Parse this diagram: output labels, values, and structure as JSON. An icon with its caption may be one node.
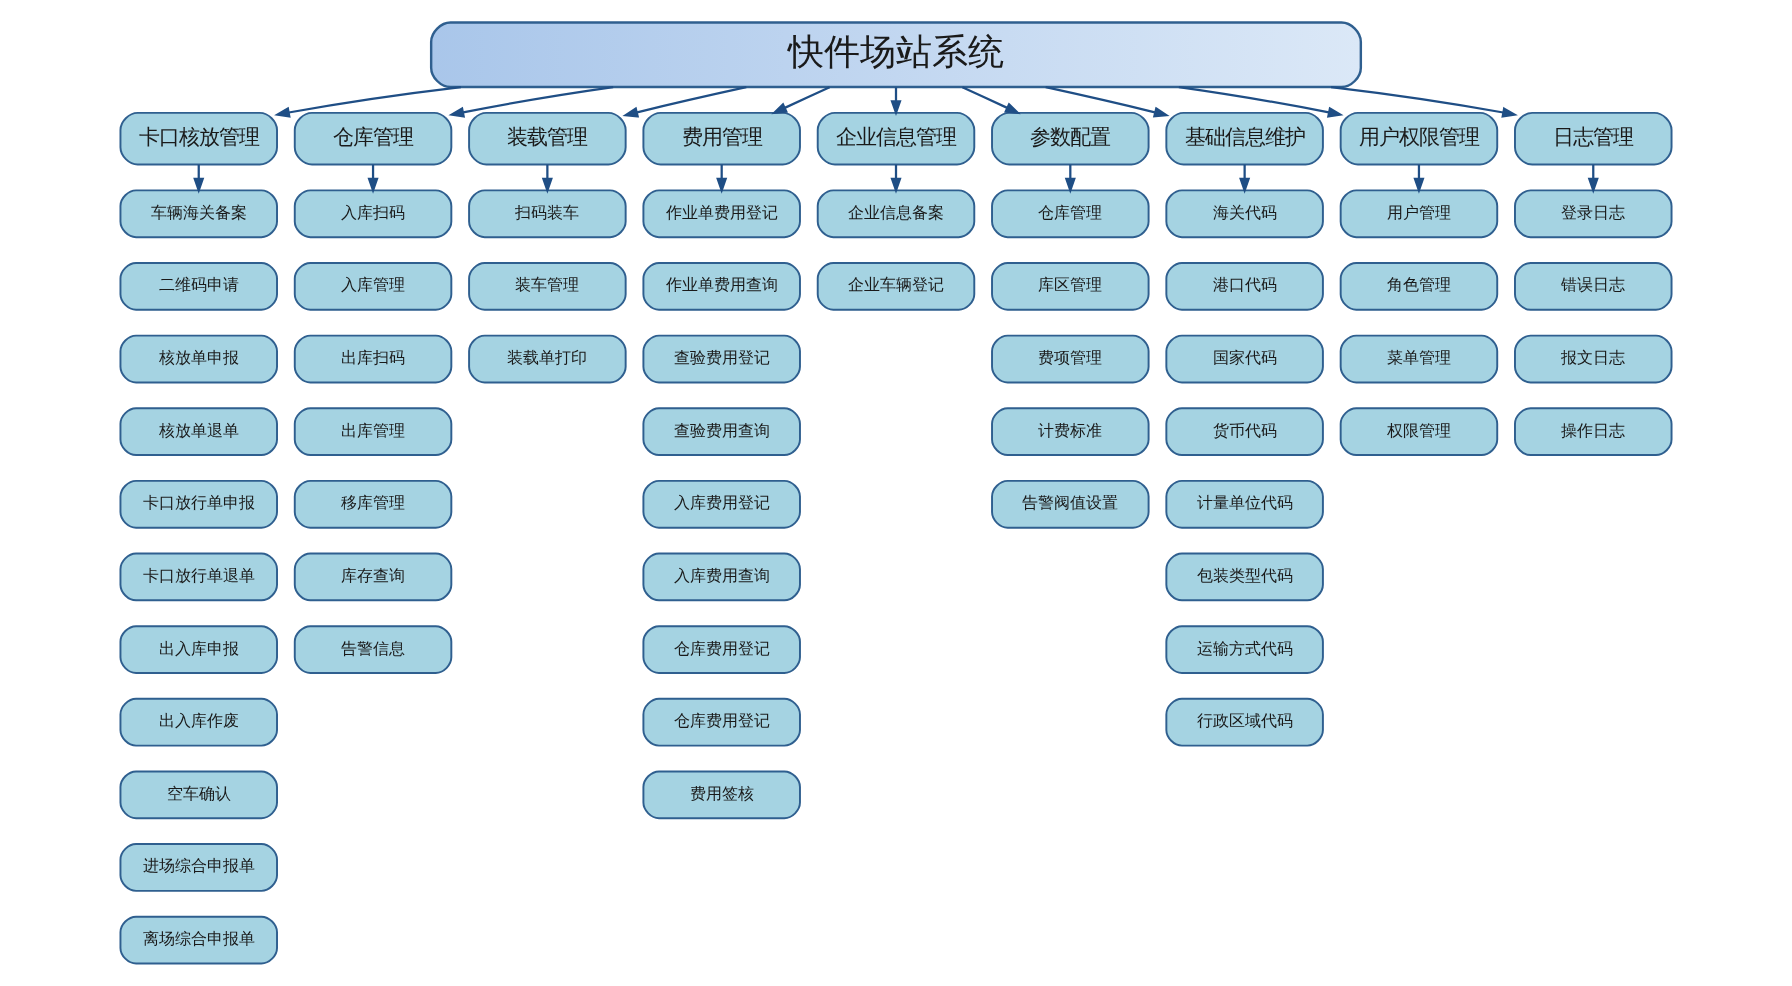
{
  "diagram": {
    "nodes": [
      {
        "text": [
          "快件场站系统"
        ]
      },
      {
        "text": [
          "卡口核放管理"
        ]
      },
      {
        "text": [
          "车辆海关备案"
        ]
      },
      {
        "text": [
          "二维码申请"
        ]
      },
      {
        "text": [
          "核放单申报"
        ]
      },
      {
        "text": [
          "核放单退单"
        ]
      },
      {
        "text": [
          "卡口放行单申报"
        ]
      },
      {
        "text": [
          "卡口放行单退单"
        ]
      },
      {
        "text": [
          "出入库申报"
        ]
      },
      {
        "text": [
          "出入库作废"
        ]
      },
      {
        "text": [
          "空车确认"
        ]
      },
      {
        "text": [
          "进场综合申报单"
        ]
      },
      {
        "text": [
          "离场综合申报单"
        ]
      },
      {
        "text": [
          "仓库管理"
        ]
      },
      {
        "text": [
          "入库扫码"
        ]
      },
      {
        "text": [
          "入库管理"
        ]
      },
      {
        "text": [
          "出库扫码"
        ]
      },
      {
        "text": [
          "出库管理"
        ]
      },
      {
        "text": [
          "移库管理"
        ]
      },
      {
        "text": [
          "库存查询"
        ]
      },
      {
        "text": [
          "告警信息"
        ]
      },
      {
        "text": [
          "装载管理"
        ]
      },
      {
        "text": [
          "扫码装车"
        ]
      },
      {
        "text": [
          "装车管理"
        ]
      },
      {
        "text": [
          "装载单打印"
        ]
      },
      {
        "text": [
          "费用管理"
        ]
      },
      {
        "text": [
          "作业单费用登记"
        ]
      },
      {
        "text": [
          "作业单费用查询"
        ]
      },
      {
        "text": [
          "查验费用登记"
        ]
      },
      {
        "text": [
          "查验费用查询"
        ]
      },
      {
        "text": [
          "入库费用登记"
        ]
      },
      {
        "text": [
          "入库费用查询"
        ]
      },
      {
        "text": [
          "仓库费用登记"
        ]
      },
      {
        "text": [
          "仓库费用登记"
        ]
      },
      {
        "text": [
          "费用签核"
        ]
      },
      {
        "text": [
          "企业信息管理"
        ]
      },
      {
        "text": [
          "企业信息备案"
        ]
      },
      {
        "text": [
          "企业车辆登记"
        ]
      },
      {
        "text": [
          "参数配置"
        ]
      },
      {
        "text": [
          "仓库管理"
        ]
      },
      {
        "text": [
          "库区管理"
        ]
      },
      {
        "text": [
          "费项管理"
        ]
      },
      {
        "text": [
          "计费标准"
        ]
      },
      {
        "text": [
          "告警阀值设置"
        ]
      },
      {
        "text": [
          "基础信息维护"
        ]
      },
      {
        "text": [
          "海关代码"
        ]
      },
      {
        "text": [
          "港口代码"
        ]
      },
      {
        "text": [
          "国家代码"
        ]
      },
      {
        "text": [
          "货币代码"
        ]
      },
      {
        "text": [
          "计量单位代码"
        ]
      },
      {
        "text": [
          "包装类型代码"
        ]
      },
      {
        "text": [
          "运输方式代码"
        ]
      },
      {
        "text": [
          "行政区域代码"
        ]
      },
      {
        "text": [
          "用户权限管理"
        ]
      },
      {
        "text": [
          "用户管理"
        ]
      },
      {
        "text": [
          "角色管理"
        ]
      },
      {
        "text": [
          "菜单管理"
        ]
      },
      {
        "text": [
          "权限管理"
        ]
      },
      {
        "text": [
          "日志管理"
        ]
      },
      {
        "text": [
          "登录日志"
        ]
      },
      {
        "text": [
          "错误日志"
        ]
      },
      {
        "text": [
          "报文日志"
        ]
      },
      {
        "text": [
          "操作日志"
        ]
      }
    ],
    "edges": [
      {
        "from": 0,
        "to": 1,
        "arrow": "to"
      },
      {
        "from": 0,
        "to": 13,
        "arrow": "to"
      },
      {
        "from": 0,
        "to": 21,
        "arrow": "to"
      },
      {
        "from": 0,
        "to": 25,
        "arrow": "to"
      },
      {
        "from": 0,
        "to": 35,
        "arrow": "to"
      },
      {
        "from": 0,
        "to": 38,
        "arrow": "to"
      },
      {
        "from": 0,
        "to": 44,
        "arrow": "to"
      },
      {
        "from": 0,
        "to": 53,
        "arrow": "to"
      },
      {
        "from": 0,
        "to": 58,
        "arrow": "to"
      },
      {
        "from": 1,
        "to": 2,
        "arrow": "to"
      },
      {
        "from": 13,
        "to": 14,
        "arrow": "to"
      },
      {
        "from": 21,
        "to": 22,
        "arrow": "to"
      },
      {
        "from": 25,
        "to": 26,
        "arrow": "to"
      },
      {
        "from": 35,
        "to": 36,
        "arrow": "to"
      },
      {
        "from": 38,
        "to": 39,
        "arrow": "to"
      },
      {
        "from": 44,
        "to": 45,
        "arrow": "to"
      },
      {
        "from": 53,
        "to": 54,
        "arrow": "to"
      },
      {
        "from": 58,
        "to": 59,
        "arrow": "to"
      }
    ]
  }
}
